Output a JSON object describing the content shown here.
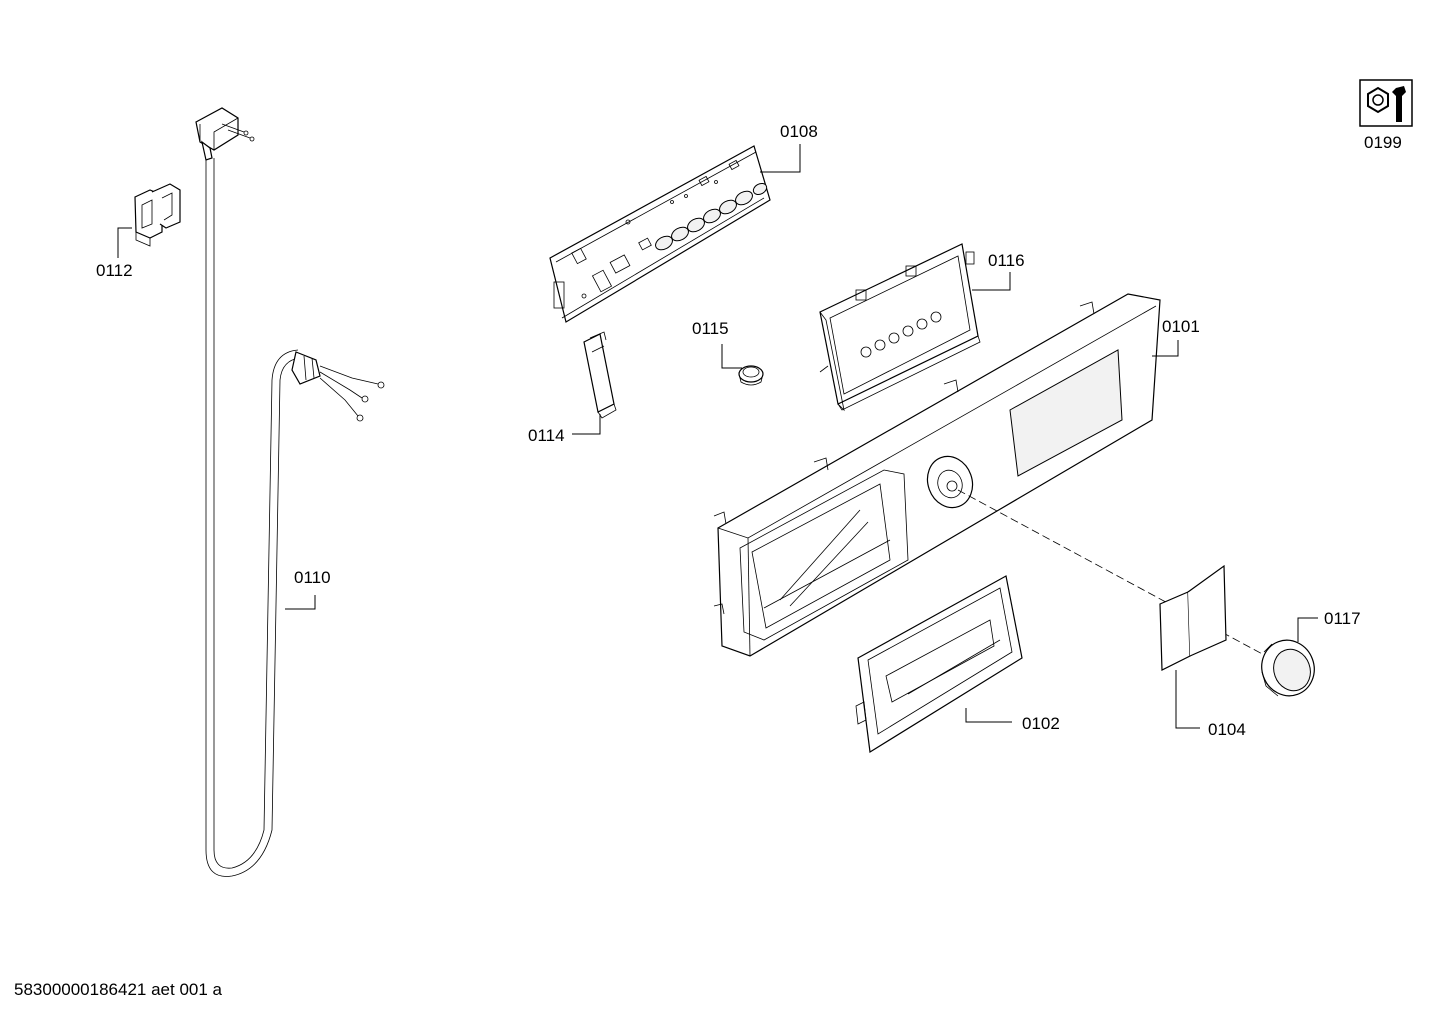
{
  "labels": {
    "p0112": "0112",
    "p0110": "0110",
    "p0108": "0108",
    "p0114": "0114",
    "p0115": "0115",
    "p0116": "0116",
    "p0101": "0101",
    "p0102": "0102",
    "p0104": "0104",
    "p0117": "0117",
    "p0199": "0199"
  },
  "footer": "58300000186421 aet 001 a",
  "icons": {
    "service_tool": "wrench-nut-icon"
  },
  "colors": {
    "line": "#000000",
    "background": "#ffffff"
  }
}
